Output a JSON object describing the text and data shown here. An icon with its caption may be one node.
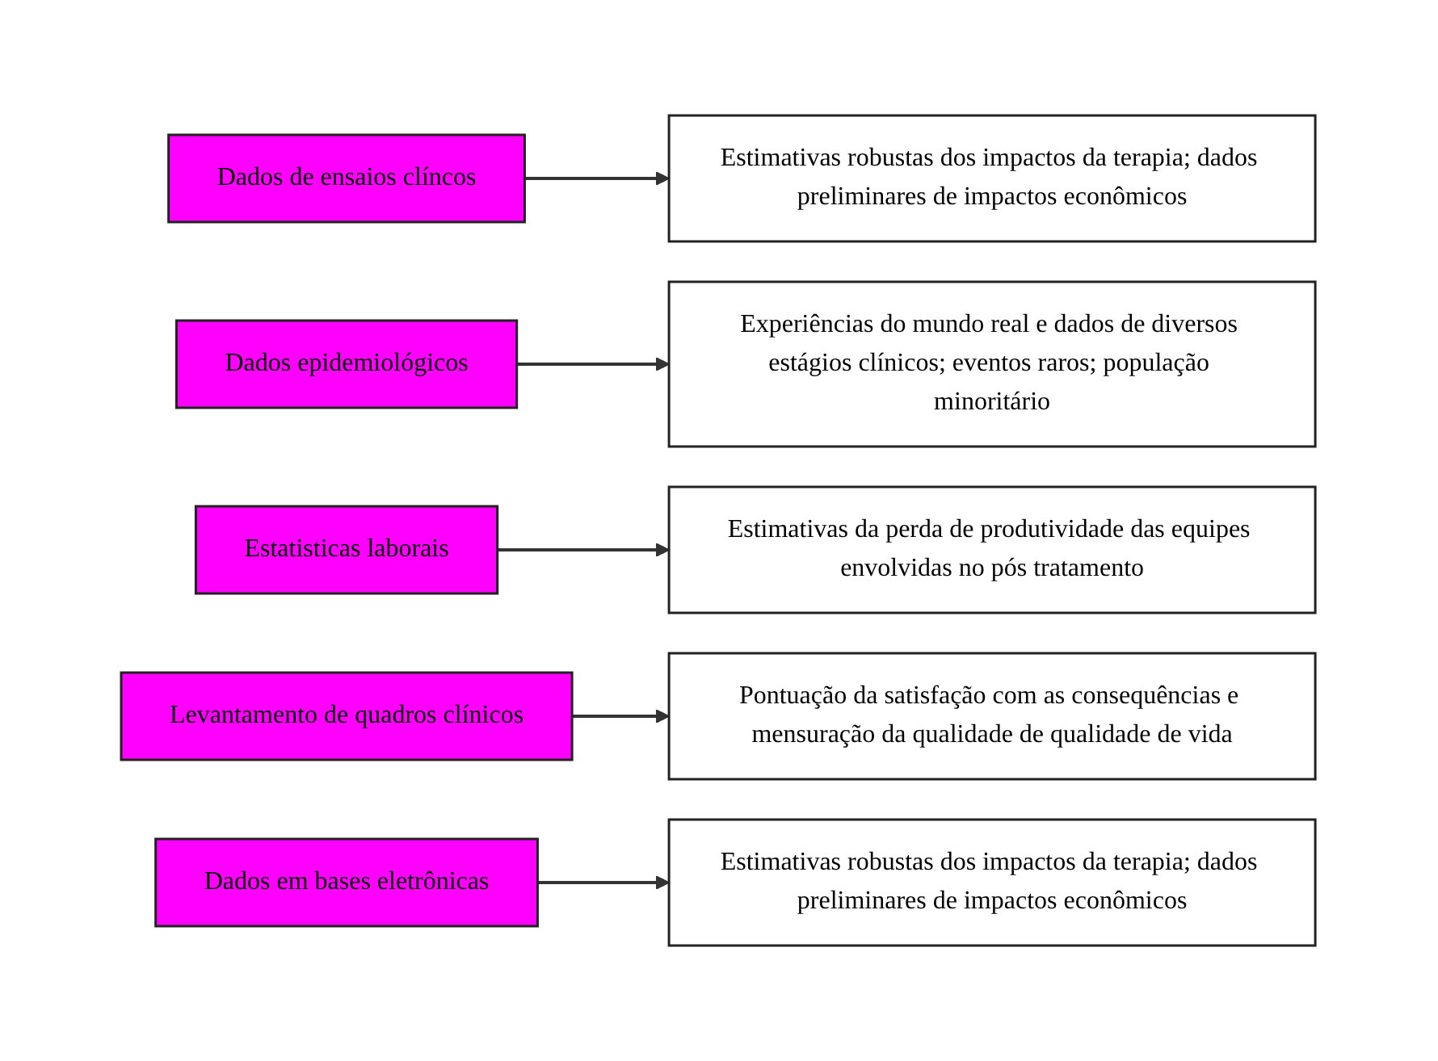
{
  "diagram": {
    "nodes": [
      {
        "text": [
          "Dados de ensaios clíncos"
        ]
      },
      {
        "text": [
          "Estimativas robustas dos impactos da terapia; dados preliminares de impactos econômicos"
        ]
      },
      {
        "text": [
          "Dados epidemiológicos"
        ]
      },
      {
        "text": [
          "Experiências do mundo real e dados de diversos estágios clínicos; eventos raros; população minoritário"
        ]
      },
      {
        "text": [
          "Estatisticas laborais"
        ]
      },
      {
        "text": [
          "Estimativas da perda de produtividade das equipes envolvidas no pós tratamento"
        ]
      },
      {
        "text": [
          "Levantamento de quadros clínicos"
        ]
      },
      {
        "text": [
          "Pontuação da satisfação com as consequências e mensuração da qualidade de qualidade de vida"
        ]
      },
      {
        "text": [
          "Dados em bases eletrônicas"
        ]
      },
      {
        "text": [
          "Estimativas robustas dos impactos da terapia; dados preliminares de impactos econômicos"
        ]
      }
    ],
    "edges": [
      {
        "from": 0,
        "to": 1,
        "arrow": "to"
      },
      {
        "from": 2,
        "to": 3,
        "arrow": "to"
      },
      {
        "from": 4,
        "to": 5,
        "arrow": "to"
      },
      {
        "from": 6,
        "to": 7,
        "arrow": "to"
      },
      {
        "from": 8,
        "to": 9,
        "arrow": "to"
      }
    ]
  }
}
